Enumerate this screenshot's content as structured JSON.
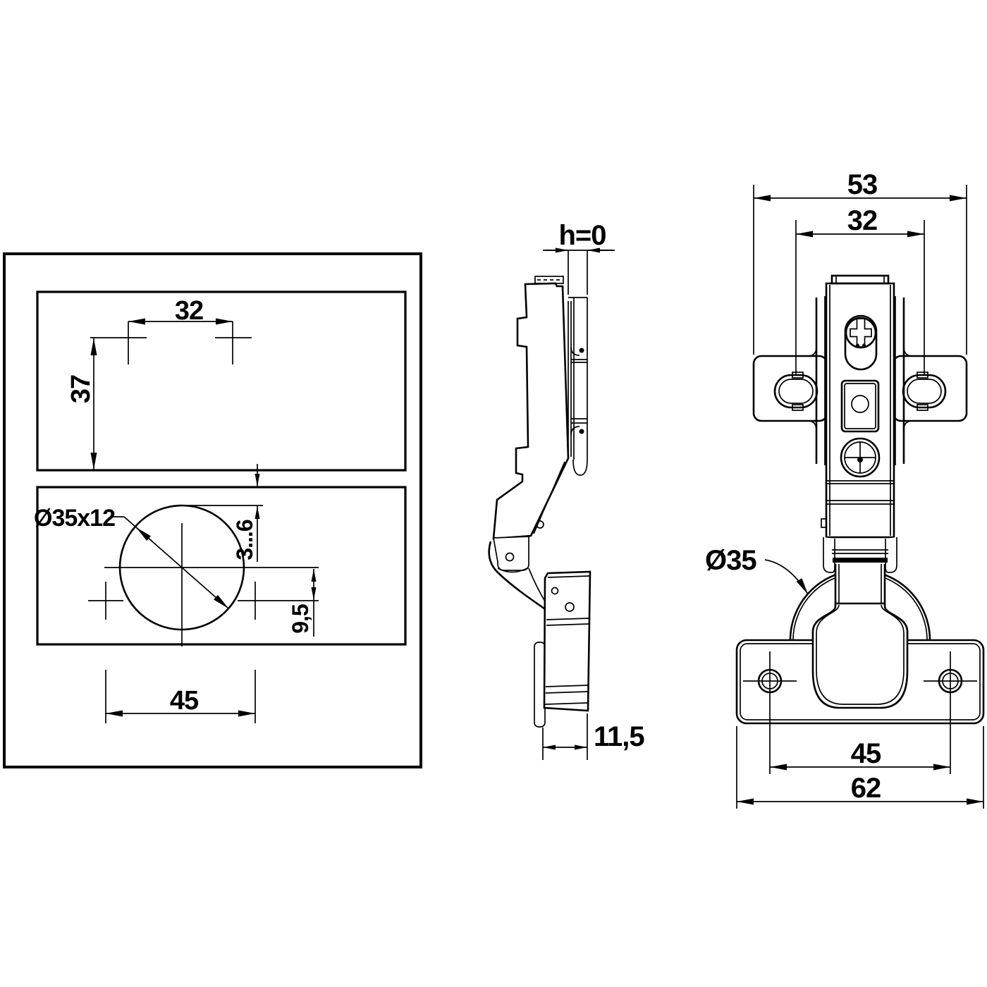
{
  "drawing": {
    "type": "technical-drawing-cabinet-hinge",
    "colors": {
      "line": "#000000",
      "background": "#ffffff"
    },
    "views": {
      "template": {
        "name": "drilling-template",
        "dims": {
          "hole_spacing_top": "32",
          "edge_distance": "37",
          "cup_bore": "Ø35x12",
          "door_edge_gap": "3...6",
          "screw_offset": "9,5",
          "screw_spacing": "45"
        }
      },
      "side": {
        "name": "hinge-side-view",
        "dims": {
          "overlay": "h=0",
          "cup_depth": "11,5"
        }
      },
      "front": {
        "name": "hinge-front-view",
        "dims": {
          "plate_width": "53",
          "plate_hole_spacing": "32",
          "cup_diameter": "Ø35",
          "cup_screw_spacing": "45",
          "overall_width": "62"
        }
      }
    }
  }
}
